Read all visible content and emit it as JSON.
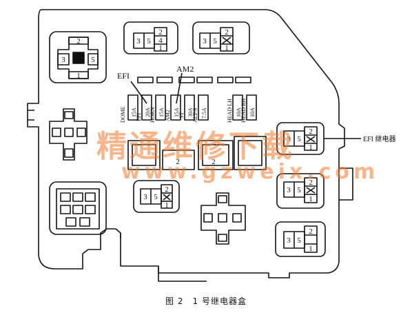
{
  "diagram": {
    "callouts": {
      "efi": "EFI",
      "am2": "AM2",
      "efi_relay": "EFI 继电器"
    },
    "fuses": [
      {
        "name": "DOME",
        "rating": "15A"
      },
      {
        "name": "EFI",
        "rating": "20A"
      },
      {
        "name": "HORN",
        "rating": "15A"
      },
      {
        "name": "AM2",
        "rating": "15A"
      },
      {
        "name": "ST",
        "rating": "30A"
      },
      {
        "name": "ALT-S",
        "rating": "7.5A"
      },
      {
        "name": "HEAD LH",
        "rating": "10A"
      },
      {
        "name": "HEAD RH",
        "rating": "10A"
      }
    ],
    "pin_labels": {
      "p1": "1",
      "p2": "2",
      "p3": "3",
      "p4": "4",
      "p5": "5"
    },
    "watermark": {
      "cn": "精通维修下载",
      "url": "www.gzweix.com"
    },
    "caption": "图 2　1 号继电器盒"
  }
}
